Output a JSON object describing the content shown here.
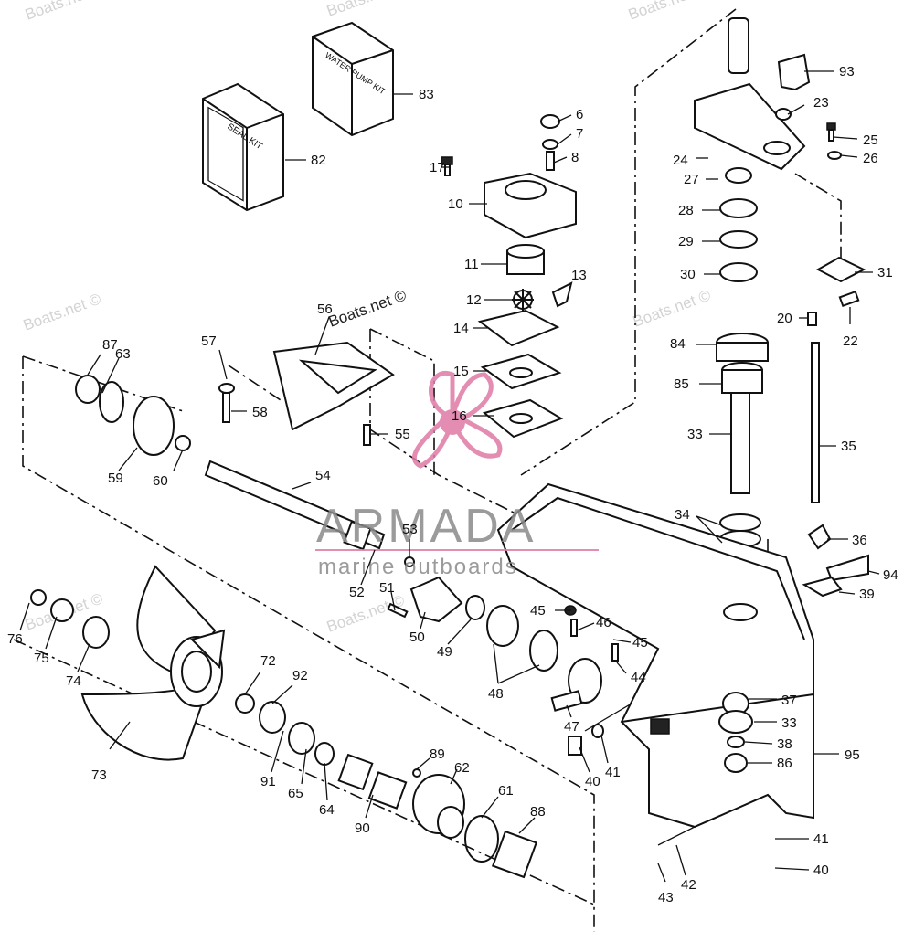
{
  "watermark": {
    "text": "Boats.net ©",
    "brand_name": "ARMADA",
    "brand_tagline": "marine outboards",
    "brand_color": "#e07aa6",
    "brand_text_color": "#8a8a8a"
  },
  "kits": {
    "seal_kit_label": "SEAL KIT",
    "water_pump_kit_label": "WATER PUMP KIT"
  },
  "callouts": [
    {
      "id": "c6",
      "text": "6"
    },
    {
      "id": "c7",
      "text": "7"
    },
    {
      "id": "c8",
      "text": "8"
    },
    {
      "id": "c10",
      "text": "10"
    },
    {
      "id": "c11",
      "text": "11"
    },
    {
      "id": "c12",
      "text": "12"
    },
    {
      "id": "c13",
      "text": "13"
    },
    {
      "id": "c14",
      "text": "14"
    },
    {
      "id": "c15",
      "text": "15"
    },
    {
      "id": "c16",
      "text": "16"
    },
    {
      "id": "c17",
      "text": "17"
    },
    {
      "id": "c20",
      "text": "20"
    },
    {
      "id": "c22",
      "text": "22"
    },
    {
      "id": "c23",
      "text": "23"
    },
    {
      "id": "c24",
      "text": "24"
    },
    {
      "id": "c25",
      "text": "25"
    },
    {
      "id": "c26",
      "text": "26"
    },
    {
      "id": "c27",
      "text": "27"
    },
    {
      "id": "c28",
      "text": "28"
    },
    {
      "id": "c29",
      "text": "29"
    },
    {
      "id": "c30",
      "text": "30"
    },
    {
      "id": "c31",
      "text": "31"
    },
    {
      "id": "c33a",
      "text": "33"
    },
    {
      "id": "c33b",
      "text": "33"
    },
    {
      "id": "c34",
      "text": "34"
    },
    {
      "id": "c35",
      "text": "35"
    },
    {
      "id": "c36",
      "text": "36"
    },
    {
      "id": "c37",
      "text": "37"
    },
    {
      "id": "c38",
      "text": "38"
    },
    {
      "id": "c39",
      "text": "39"
    },
    {
      "id": "c40a",
      "text": "40"
    },
    {
      "id": "c40b",
      "text": "40"
    },
    {
      "id": "c41a",
      "text": "41"
    },
    {
      "id": "c41b",
      "text": "41"
    },
    {
      "id": "c42",
      "text": "42"
    },
    {
      "id": "c43",
      "text": "43"
    },
    {
      "id": "c44",
      "text": "44"
    },
    {
      "id": "c45a",
      "text": "45"
    },
    {
      "id": "c45b",
      "text": "45"
    },
    {
      "id": "c46",
      "text": "46"
    },
    {
      "id": "c47",
      "text": "47"
    },
    {
      "id": "c48",
      "text": "48"
    },
    {
      "id": "c49",
      "text": "49"
    },
    {
      "id": "c50",
      "text": "50"
    },
    {
      "id": "c51",
      "text": "51"
    },
    {
      "id": "c52",
      "text": "52"
    },
    {
      "id": "c53",
      "text": "53"
    },
    {
      "id": "c54",
      "text": "54"
    },
    {
      "id": "c55",
      "text": "55"
    },
    {
      "id": "c56",
      "text": "56"
    },
    {
      "id": "c57",
      "text": "57"
    },
    {
      "id": "c58",
      "text": "58"
    },
    {
      "id": "c59",
      "text": "59"
    },
    {
      "id": "c60",
      "text": "60"
    },
    {
      "id": "c61",
      "text": "61"
    },
    {
      "id": "c62",
      "text": "62"
    },
    {
      "id": "c63",
      "text": "63"
    },
    {
      "id": "c64",
      "text": "64"
    },
    {
      "id": "c65",
      "text": "65"
    },
    {
      "id": "c72",
      "text": "72"
    },
    {
      "id": "c73",
      "text": "73"
    },
    {
      "id": "c74",
      "text": "74"
    },
    {
      "id": "c75",
      "text": "75"
    },
    {
      "id": "c76",
      "text": "76"
    },
    {
      "id": "c82",
      "text": "82"
    },
    {
      "id": "c83",
      "text": "83"
    },
    {
      "id": "c84",
      "text": "84"
    },
    {
      "id": "c85",
      "text": "85"
    },
    {
      "id": "c86",
      "text": "86"
    },
    {
      "id": "c87",
      "text": "87"
    },
    {
      "id": "c88",
      "text": "88"
    },
    {
      "id": "c89",
      "text": "89"
    },
    {
      "id": "c90",
      "text": "90"
    },
    {
      "id": "c91",
      "text": "91"
    },
    {
      "id": "c92",
      "text": "92"
    },
    {
      "id": "c93",
      "text": "93"
    },
    {
      "id": "c94",
      "text": "94"
    },
    {
      "id": "c95",
      "text": "95"
    }
  ]
}
